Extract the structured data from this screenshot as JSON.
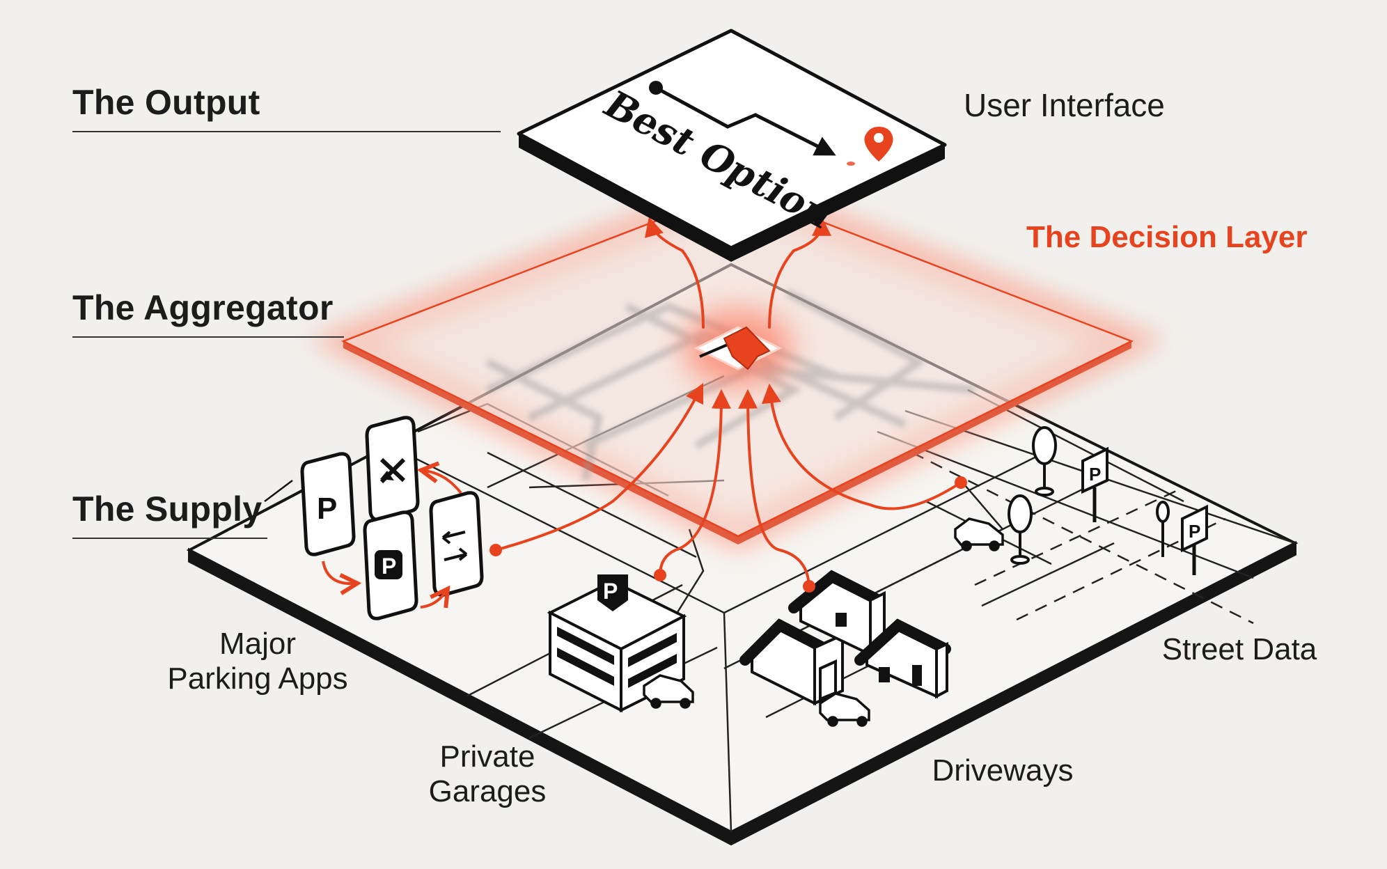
{
  "layers": {
    "output": "The Output",
    "aggregator": "The Aggregator",
    "supply": "The Supply"
  },
  "annotations": {
    "user_interface": "User Interface",
    "decision_layer": "The Decision Layer"
  },
  "output_card": {
    "text": "Best Option"
  },
  "supply_sources": {
    "apps": "Major\nParking Apps",
    "garages": "Private\nGarages",
    "driveways": "Driveways",
    "street": "Street Data"
  },
  "app_icons": [
    "P",
    "P",
    "P"
  ],
  "colors": {
    "accent": "#e8431f",
    "ink": "#1c1c1c",
    "background": "#f1f0ec",
    "glow": "#ff9f8a"
  }
}
